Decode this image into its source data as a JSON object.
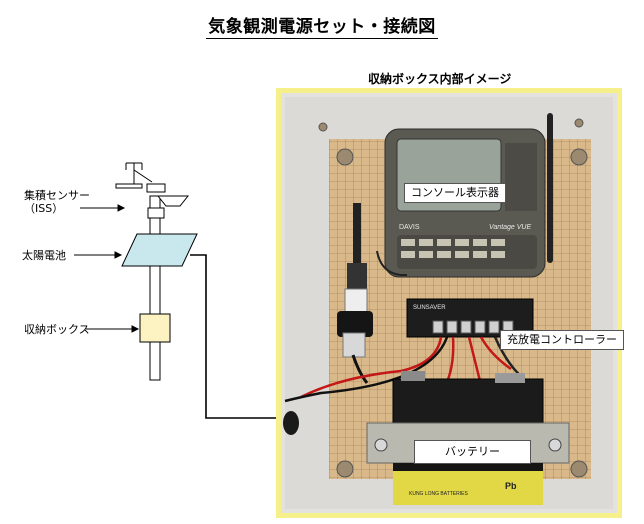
{
  "title": "気象観測電源セット・接続図",
  "box_heading": "収納ボックス内部イメージ",
  "left_labels": {
    "sensor_line1": "集積センサー",
    "sensor_line2": "（ISS）",
    "solar": "太陽電池",
    "box": "収納ボックス"
  },
  "callouts": {
    "console": "コンソール表示器",
    "controller": "充放電コントローラー",
    "battery": "バッテリー"
  },
  "device_text": {
    "console_brand": "DAVIS",
    "console_model": "Vantage VUE",
    "controller_brand": "SUNSAVER",
    "battery_brand": "KUNG LONG BATTERIES",
    "battery_pb": "Pb"
  },
  "colors": {
    "frame": "#f5f08a",
    "pegboard": "#d9b98a",
    "solar_panel": "#c8e8ee",
    "box_fill": "#fdf3c2"
  }
}
